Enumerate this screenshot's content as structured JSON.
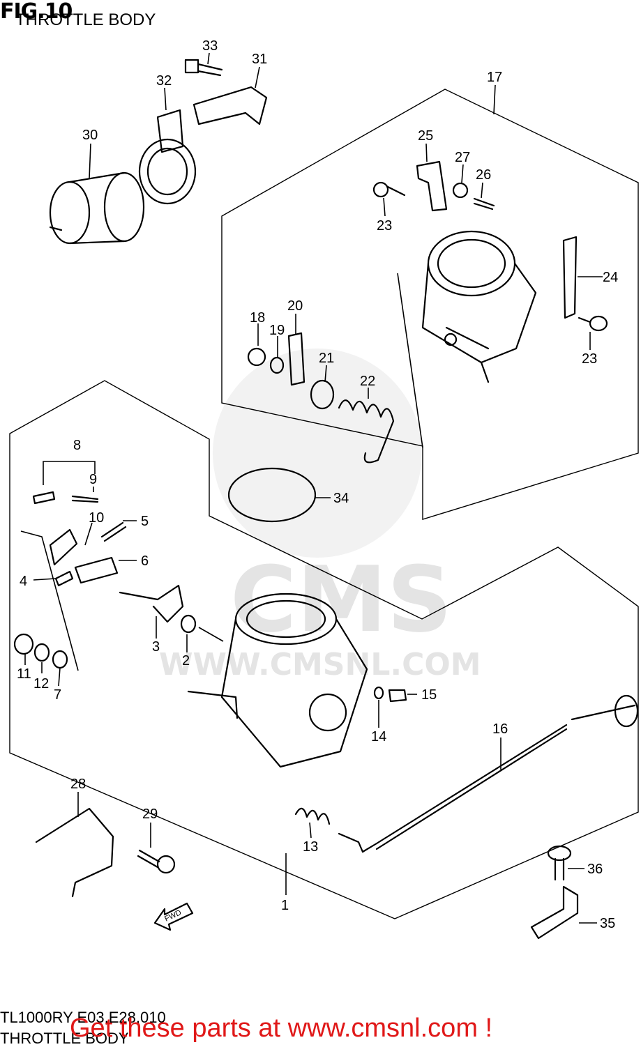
{
  "header": {
    "fig": "FIG.10",
    "subtitle": "THROTTLE BODY"
  },
  "footer": {
    "model_code": "TL1000RY E03,E28,010",
    "section": "THROTTLE BODY",
    "cta": "Get these parts at www.cmsnl.com !"
  },
  "watermark": {
    "brand": "CMS",
    "url": "WWW.CMSNL.COM"
  },
  "fwd_arrow": "FWD",
  "callouts": [
    "1",
    "2",
    "3",
    "4",
    "5",
    "6",
    "7",
    "8",
    "9",
    "10",
    "11",
    "12",
    "13",
    "14",
    "15",
    "16",
    "17",
    "18",
    "19",
    "20",
    "21",
    "22",
    "23",
    "23",
    "24",
    "25",
    "26",
    "27",
    "28",
    "29",
    "30",
    "31",
    "32",
    "33",
    "34",
    "35",
    "36"
  ]
}
